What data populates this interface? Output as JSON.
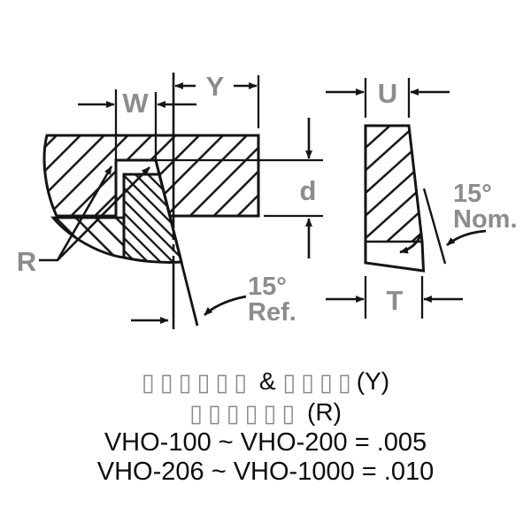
{
  "diagram": {
    "labels": {
      "groove_width": "W",
      "edge_margin": "Y",
      "groove_depth": "d",
      "radius": "R",
      "angle_ref_value": "15°",
      "angle_ref_suffix": "Ref.",
      "ring_wall": "U",
      "ring_thickness": "T",
      "angle_nom_value": "15°",
      "angle_nom_suffix": "Nom."
    },
    "colors": {
      "line": "#141414",
      "label_gray": "#8c8c8c"
    }
  },
  "footer": {
    "line1": {
      "boxes_a": "▯▯▯▯▯▯",
      "amp": " & ",
      "boxes_b": "▯▯▯▯",
      "suffix": "(Y)"
    },
    "line2": {
      "boxes": "▯▯▯▯▯▯",
      "suffix": " (R)"
    },
    "line3": "VHO-100 ~ VHO-200 = .005",
    "line4": "VHO-206 ~ VHO-1000 = .010"
  }
}
